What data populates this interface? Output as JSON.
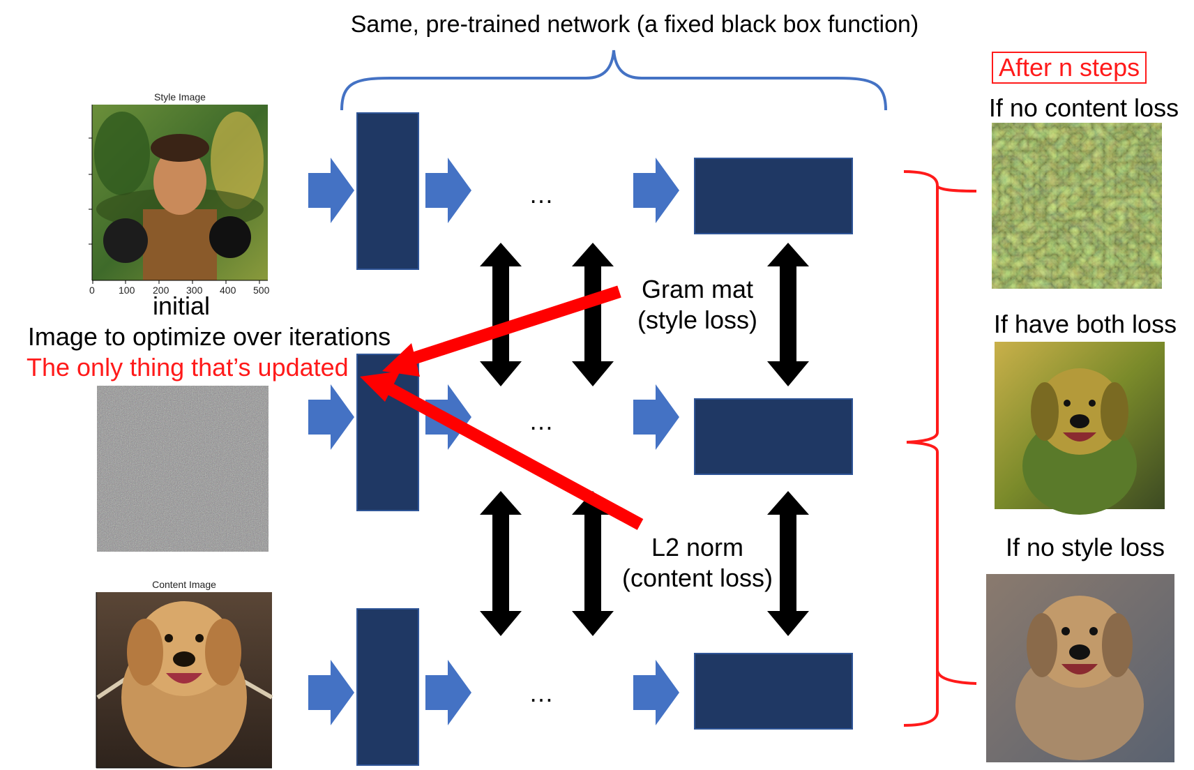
{
  "header": {
    "network_label": "Same, pre-trained network (a fixed black box function)"
  },
  "style_image": {
    "title": "Style Image",
    "ticks": [
      "0",
      "100",
      "200",
      "300",
      "400",
      "500"
    ]
  },
  "init_image": {
    "line1": "initial",
    "line2": "Image to optimize over iterations",
    "line3": "The only thing that’s updated"
  },
  "content_image": {
    "title": "Content Image"
  },
  "ellipsis": "…",
  "loss_labels": {
    "gram_line1": "Gram mat",
    "gram_line2": "(style loss)",
    "l2_line1": "L2 norm",
    "l2_line2": "(content loss)"
  },
  "results": {
    "after_label": "After n steps",
    "no_content": "If no content loss",
    "both": "If have both loss",
    "no_style": "If no style loss"
  },
  "colors": {
    "layer_fill": "#1f3864",
    "arrow_blue": "#4472c4",
    "brace_blue": "#4472c4",
    "accent_red": "#ff1a1a",
    "double_arrow": "#000000"
  },
  "icons": {
    "flow_arrow": "right-arrow-icon",
    "comparison_arrow": "double-vertical-arrow-icon",
    "update_arrow": "red-pointer-arrow-icon"
  }
}
